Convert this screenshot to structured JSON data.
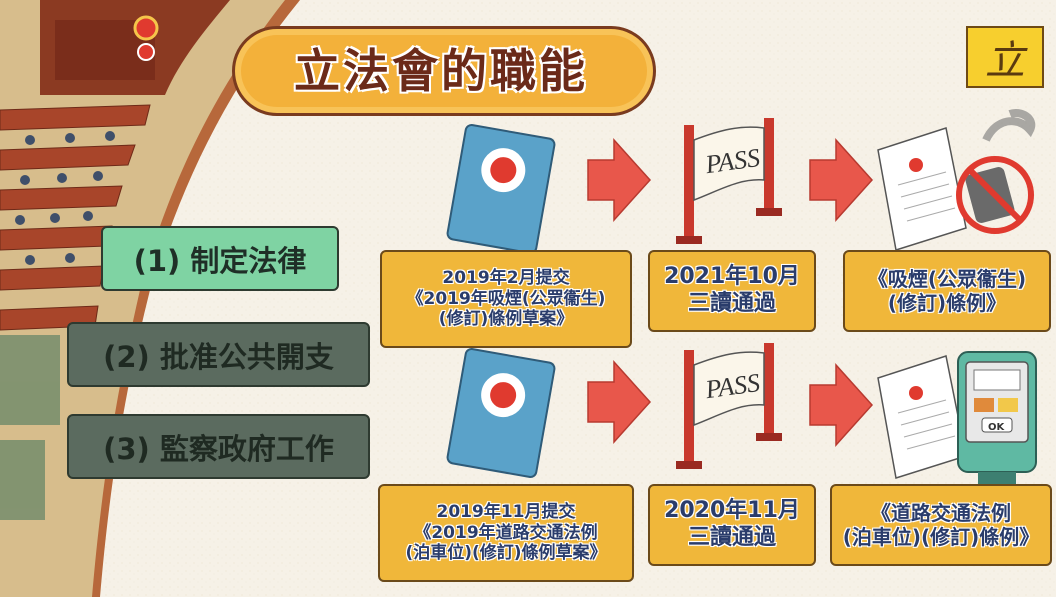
{
  "title": "立法會的職能",
  "logo_glyph": "立",
  "functions": [
    {
      "label": "(1) 制定法律",
      "state": "active"
    },
    {
      "label": "(2) 批准公共開支",
      "state": "inactive"
    },
    {
      "label": "(3) 監察政府工作",
      "state": "inactive"
    }
  ],
  "row1": {
    "submitted": [
      "2019年2月提交",
      "《2019年吸煙(公眾衞生)",
      "(修訂)條例草案》"
    ],
    "passed": [
      "2021年10月",
      "三讀通過"
    ],
    "ordinance": [
      "《吸煙(公眾衞生)",
      "(修訂)條例》"
    ]
  },
  "row2": {
    "submitted": [
      "2019年11月提交",
      "《2019年道路交通法例",
      "(泊車位)(修訂)條例草案》"
    ],
    "passed": [
      "2020年11月",
      "三讀通過"
    ],
    "ordinance": [
      "《道路交通法例",
      "(泊車位)(修訂)條例》"
    ]
  },
  "flag_text": "PASS",
  "meter_text": "OK",
  "colors": {
    "banner": "#f3b13a",
    "active_function": "#7fd3a3",
    "inactive_function": "#5b6b5f",
    "info_box": "#f0b73a",
    "info_text": "#2a3c6b",
    "arrow": "#e8574b",
    "booklet": "#5aa2c9"
  },
  "icons": [
    "legco-logo-icon",
    "bill-booklet-icon",
    "arrow-right-icon",
    "pass-flag-icon",
    "ordinance-document-icon",
    "no-smoking-icon",
    "parking-meter-icon",
    "hk-emblem-icon"
  ]
}
